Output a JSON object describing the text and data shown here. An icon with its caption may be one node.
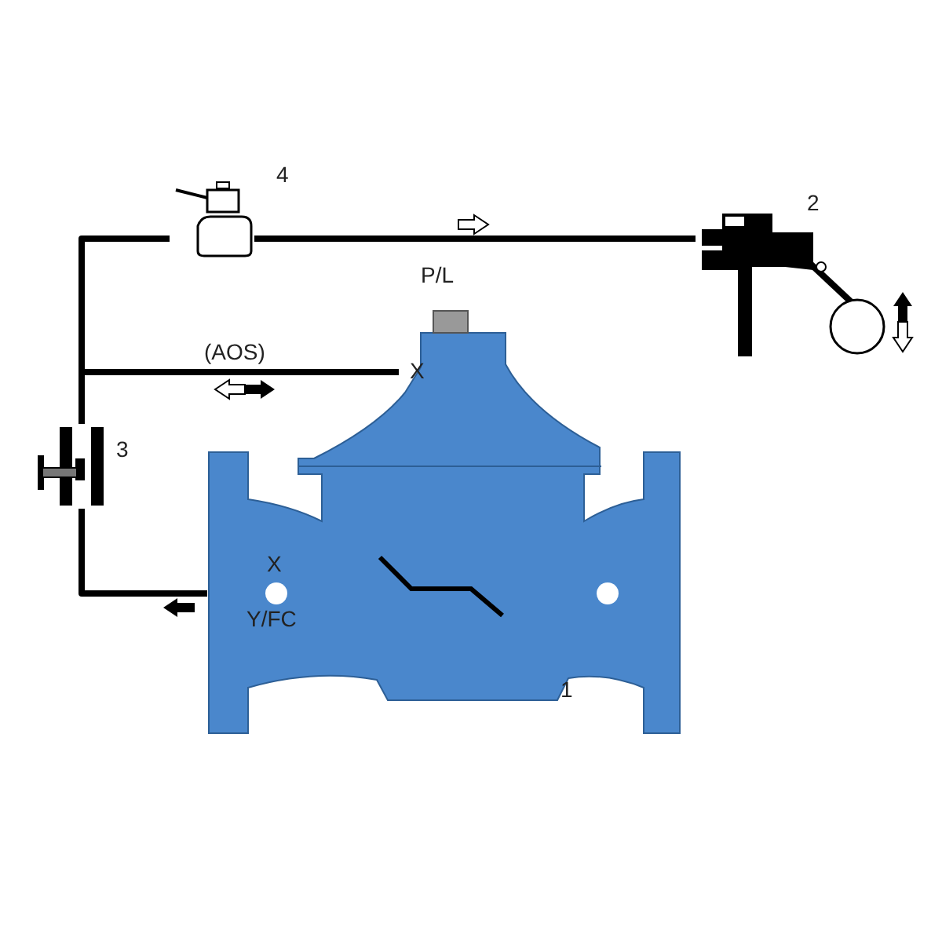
{
  "diagram": {
    "nodes": [
      {
        "text": [],
        "shape": "valve",
        "beside": [
          "1"
        ]
      },
      {
        "text": [],
        "shape": "valve",
        "beside": [
          "2"
        ]
      },
      {
        "text": [],
        "shape": "valve",
        "beside": [
          "3"
        ]
      },
      {
        "text": [],
        "shape": "valve",
        "beside": [
          "4"
        ]
      }
    ],
    "edges": [
      {
        "from": 0,
        "to": 2,
        "arrow": "none"
      },
      {
        "from": 2,
        "to": 3,
        "arrow": "none"
      },
      {
        "from": 3,
        "to": 1,
        "arrow": "none"
      },
      {
        "from": 0,
        "to": 2,
        "arrow": "none",
        "label": "(AOS)"
      }
    ],
    "labels": [
      "P/L",
      "X",
      "X",
      "Y/FC"
    ]
  }
}
